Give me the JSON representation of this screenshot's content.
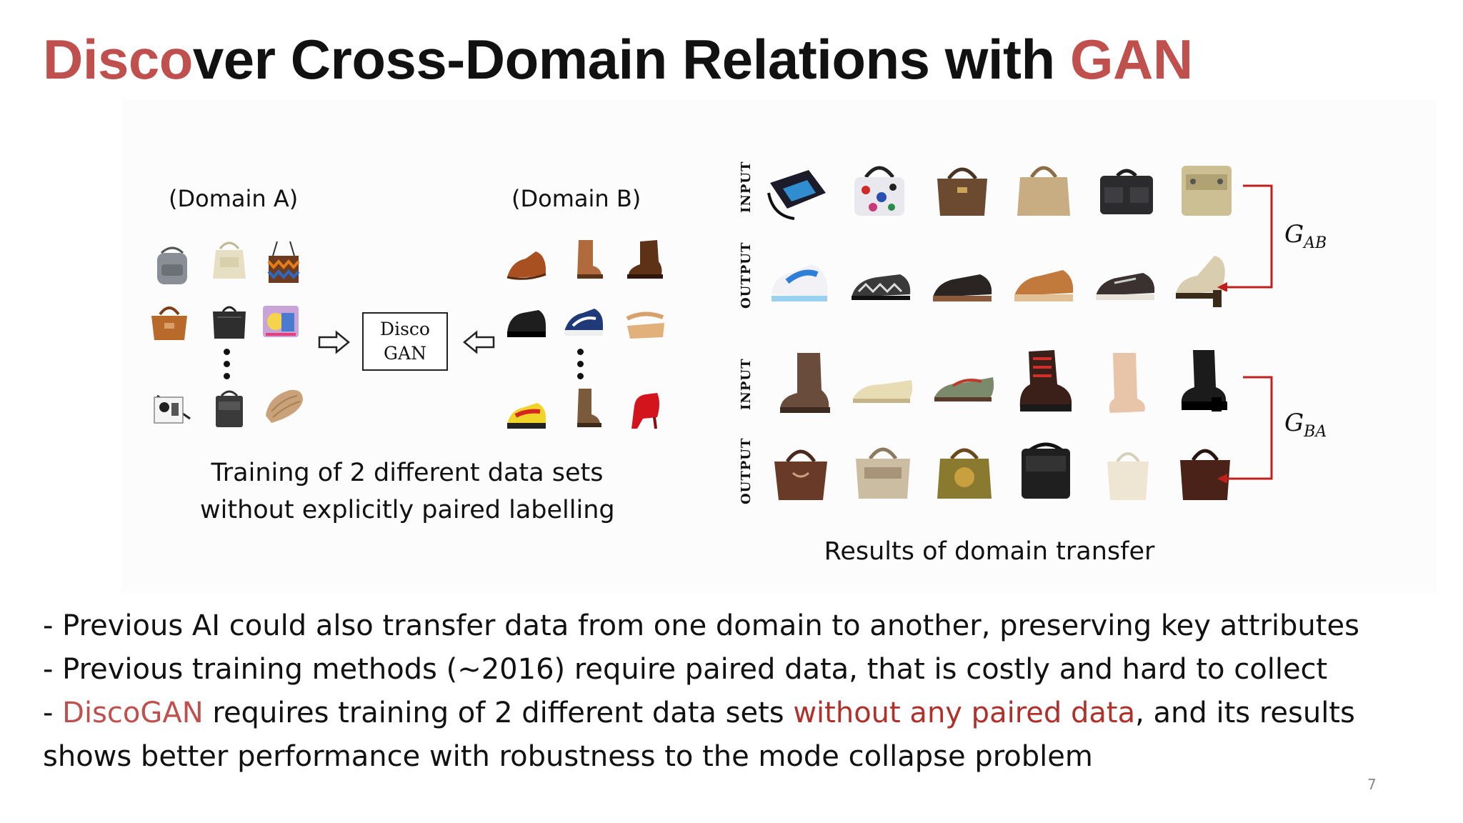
{
  "title": {
    "part1": "Disco",
    "part2": "ver Cross-Domain Relations with ",
    "part3": "GAN"
  },
  "left_figure": {
    "domain_a": "(Domain A)",
    "domain_b": "(Domain B)",
    "box_line1": "Disco",
    "box_line2": "GAN",
    "caption_line1": "Training of 2 different data sets",
    "caption_line2": "without explicitly paired labelling"
  },
  "right_figure": {
    "row_labels": [
      "INPUT",
      "OUTPUT",
      "INPUT",
      "OUTPUT"
    ],
    "g_ab": {
      "base": "G",
      "sub": "AB"
    },
    "g_ba": {
      "base": "G",
      "sub": "BA"
    },
    "caption": "Results of domain transfer"
  },
  "bullets": {
    "b1": "- Previous AI could also transfer data from one domain to another, preserving key attributes",
    "b2": "- Previous training methods (~2016) require paired data, that is costly and hard to collect",
    "b3_prefix": "- ",
    "b3_name": "DiscoGAN",
    "b3_mid": " requires training of 2 different data sets ",
    "b3_emph": "without any paired data",
    "b3_end": ", and its results",
    "b4": "shows better performance with robustness to the mode collapse problem"
  },
  "page_number": "7",
  "colors": {
    "accent": "#c0504d",
    "emphasis": "#b0302b",
    "arrow": "#c0201b"
  }
}
